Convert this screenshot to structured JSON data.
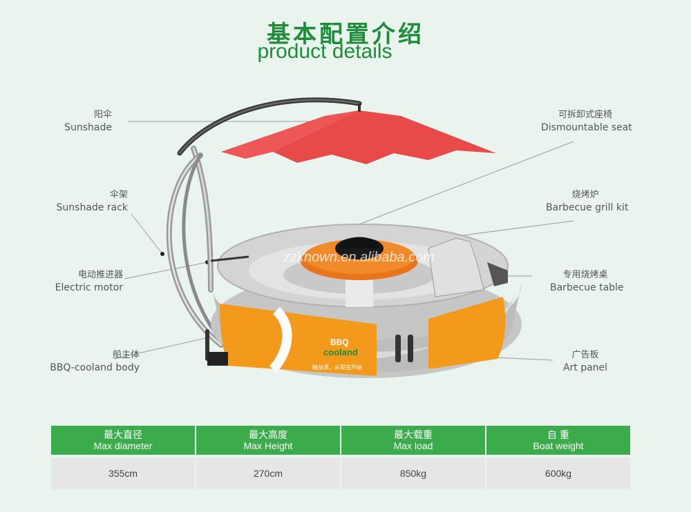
{
  "title": {
    "cn": "基本配置介绍",
    "en": "product details"
  },
  "watermark": "zzknown.en.alibaba.com",
  "boat_text": {
    "brand_top": "BBQ",
    "brand_bottom": "cooland",
    "slogan": "精益求，从现在开始"
  },
  "labels": [
    {
      "id": "sunshade",
      "cn": "阳伞",
      "en": "Sunshade"
    },
    {
      "id": "sunshade-rack",
      "cn": "伞架",
      "en": "Sunshade rack"
    },
    {
      "id": "electric-motor",
      "cn": "电动推进器",
      "en": "Electric motor"
    },
    {
      "id": "boat-body",
      "cn": "船主体",
      "en": "BBQ-cooland body"
    },
    {
      "id": "dismountable-seat",
      "cn": "可拆卸式座椅",
      "en": "Dismountable seat"
    },
    {
      "id": "grill-kit",
      "cn": "烧烤炉",
      "en": "Barbecue grill kit"
    },
    {
      "id": "barbecue-table",
      "cn": "专用烧烤桌",
      "en": "Barbecue table"
    },
    {
      "id": "art-panel",
      "cn": "广告板",
      "en": "Art panel"
    }
  ],
  "specs": {
    "headers": [
      {
        "cn": "最大直径",
        "en": "Max diameter"
      },
      {
        "cn": "最大高度",
        "en": "Max Height"
      },
      {
        "cn": "最大载重",
        "en": "Max load"
      },
      {
        "cn": "自  重",
        "en": "Boat weight"
      }
    ],
    "values": [
      "355cm",
      "270cm",
      "850kg",
      "600kg"
    ]
  },
  "colors": {
    "accent_green": "#3bab4c",
    "title_green": "#1e8c3a",
    "umbrella_red": "#e84a4a",
    "boat_orange": "#f39a1c",
    "boat_gray": "#d8d8d8"
  }
}
